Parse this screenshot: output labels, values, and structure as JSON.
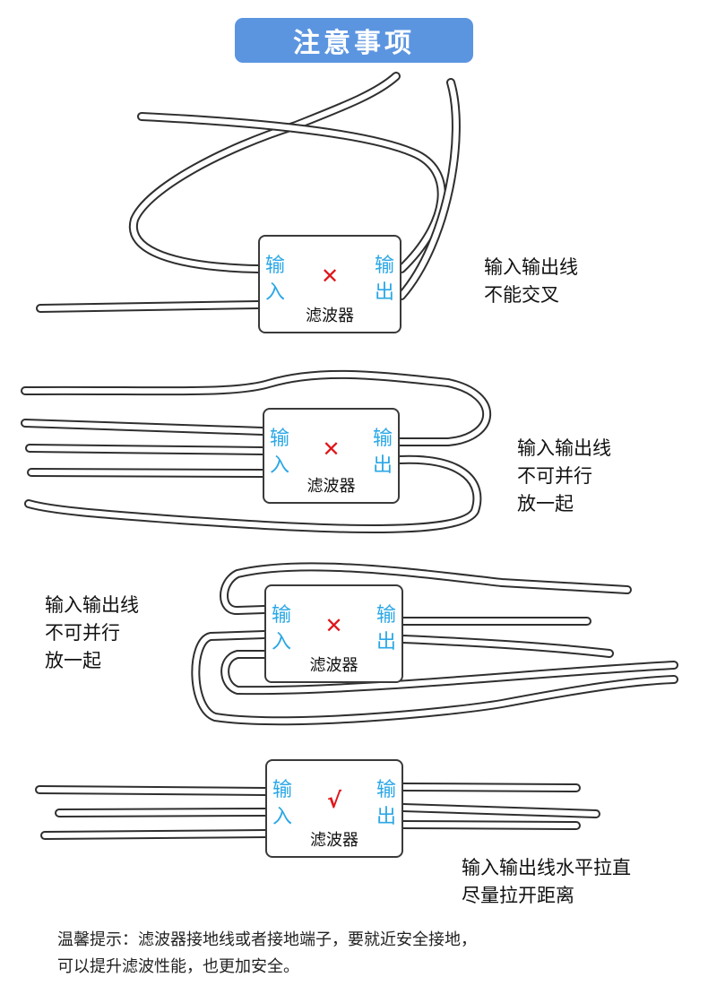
{
  "title": "注意事项",
  "filter": {
    "input": "输入",
    "output": "输出",
    "name": "滤波器"
  },
  "sections": [
    {
      "mark": "✕",
      "note": "输入输出线\n不能交叉",
      "status": "wrong"
    },
    {
      "mark": "✕",
      "note": "输入输出线\n不可并行\n放一起",
      "status": "wrong"
    },
    {
      "mark": "✕",
      "note": "输入输出线\n不可并行\n放一起",
      "status": "wrong"
    },
    {
      "mark": "√",
      "note": "输入输出线水平拉直\n尽量拉开距离",
      "status": "correct"
    }
  ],
  "tip": {
    "line1": "温馨提示：滤波器接地线或者接地端子，要就近安全接地，",
    "line2": "可以提升滤波性能，也更加安全。"
  },
  "colors": {
    "accent": "#5b95e0",
    "label": "#2ba7e6",
    "mark": "#e0161b"
  }
}
